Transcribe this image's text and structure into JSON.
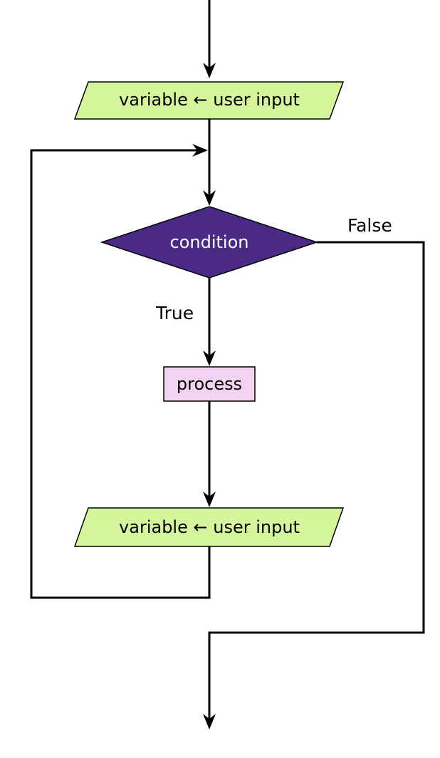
{
  "diagram": {
    "type": "flowchart",
    "nodes": {
      "input_top": {
        "label": "variable ← user input",
        "shape": "parallelogram"
      },
      "condition": {
        "label": "condition",
        "shape": "diamond"
      },
      "process": {
        "label": "process",
        "shape": "rectangle"
      },
      "input_bottom": {
        "label": "variable ← user input",
        "shape": "parallelogram"
      }
    },
    "edges": {
      "true_label": "True",
      "false_label": "False"
    },
    "colors": {
      "input_fill": "#d4f59b",
      "condition_fill": "#4a2a86",
      "condition_text": "#ffffff",
      "process_fill": "#f2d4f2",
      "stroke": "#000000",
      "text": "#000000"
    }
  }
}
